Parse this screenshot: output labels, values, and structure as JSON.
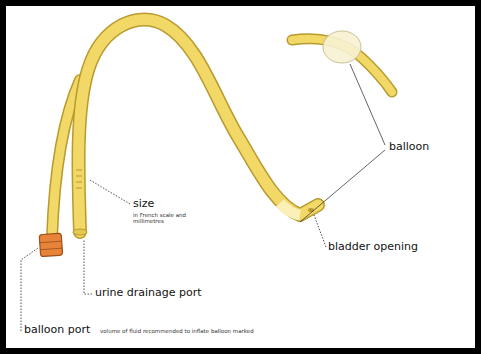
{
  "diagram": {
    "labels": [
      "size",
      "in French scale and millimetres",
      "balloon",
      "bladder opening",
      "urine drainage port",
      "balloon port",
      "volume of fluid recommended to inflate balloon marked"
    ]
  }
}
